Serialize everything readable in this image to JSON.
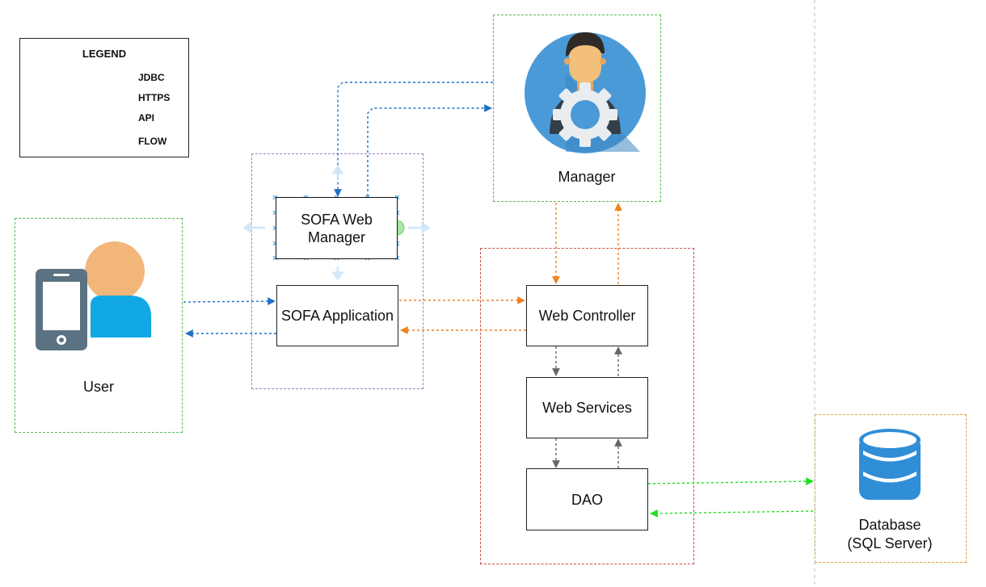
{
  "legend": {
    "title": "LEGEND",
    "items": [
      {
        "label": "JDBC",
        "color": "#1ee01e"
      },
      {
        "label": "HTTPS",
        "color": "#1f6fc7"
      },
      {
        "label": "API",
        "color": "#f0821e"
      },
      {
        "label": "FLOW",
        "color": "#666666"
      }
    ]
  },
  "actors": {
    "user": {
      "label": "User",
      "icon": "mobile-user-icon"
    },
    "manager": {
      "label": "Manager",
      "icon": "manager-gear-icon"
    },
    "database": {
      "label_line1": "Database",
      "label_line2": "(SQL Server)",
      "icon": "database-icon"
    }
  },
  "boxes": {
    "sofa_web_manager": {
      "line1": "SOFA Web",
      "line2": "Manager"
    },
    "sofa_application": "SOFA Application",
    "web_controller": "Web Controller",
    "web_services": "Web Services",
    "dao": "DAO"
  },
  "colors": {
    "jdbc": "#1ee01e",
    "https": "#1f6fc7",
    "api": "#f0821e",
    "flow": "#666666",
    "group_user": "#4caf50",
    "group_sofa": "#9b7fc9",
    "group_backend": "#c9504d",
    "group_db": "#e0a536"
  }
}
